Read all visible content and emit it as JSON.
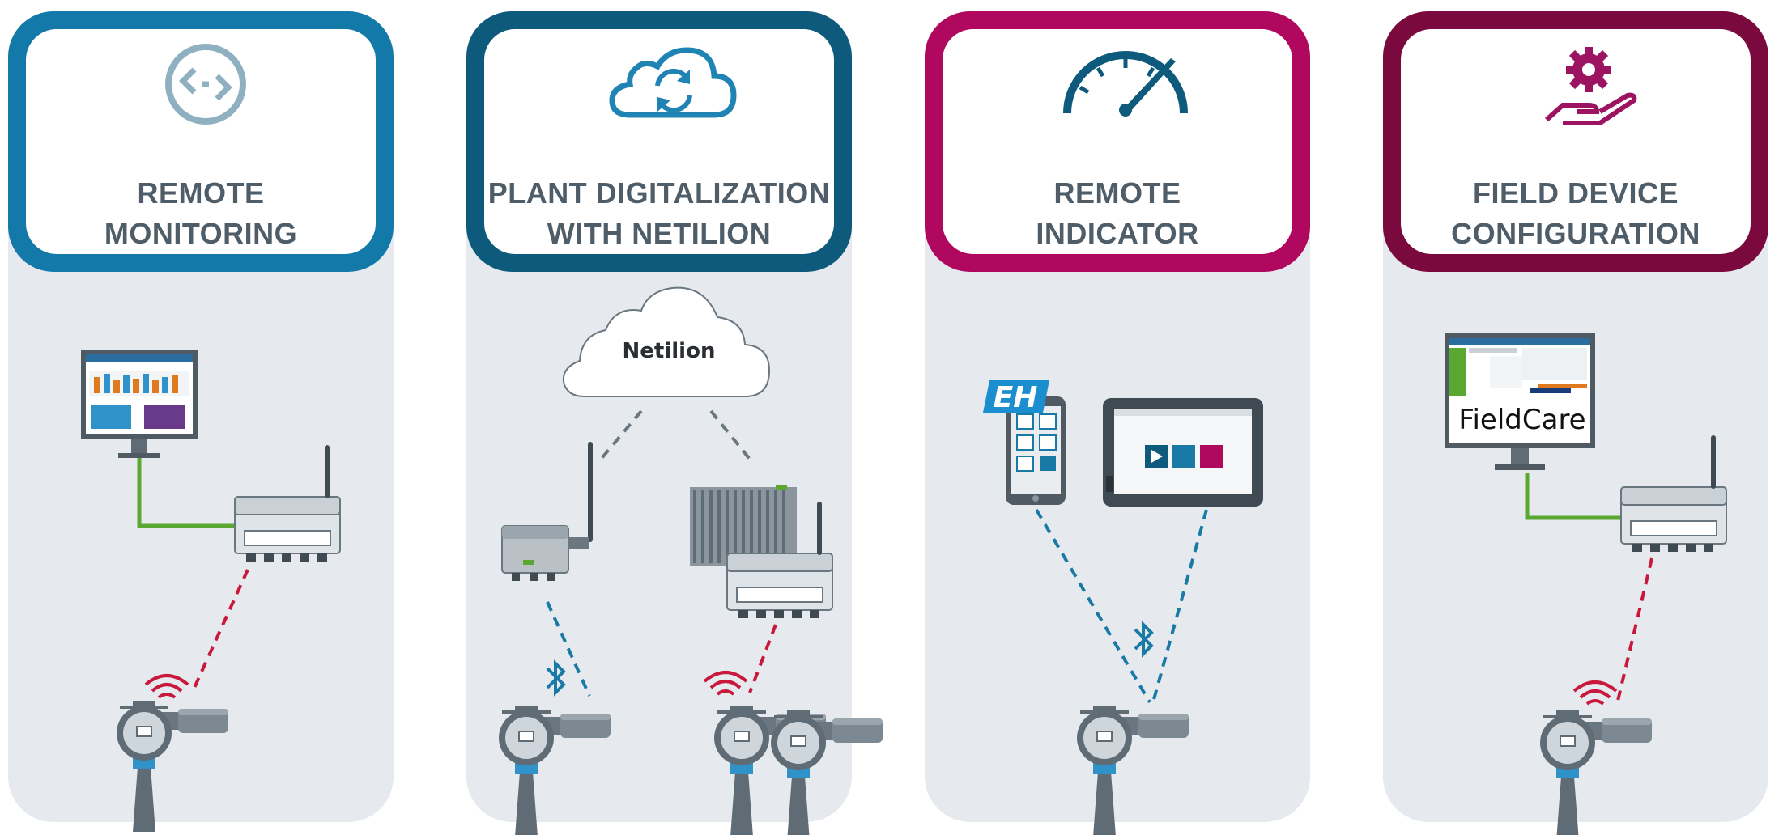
{
  "panels": [
    {
      "id": "remote-monitoring",
      "title_line1": "REMOTE",
      "title_line2": "MONITORING",
      "color": "#1279a8",
      "icon": "remote-connection-icon"
    },
    {
      "id": "plant-digitalization",
      "title_line1": "PLANT DIGITALIZATION",
      "title_line2": "WITH NETILION",
      "color": "#0e5a7c",
      "icon": "cloud-sync-icon"
    },
    {
      "id": "remote-indicator",
      "title_line1": "REMOTE",
      "title_line2": "INDICATOR",
      "color": "#b0085e",
      "icon": "speedometer-icon"
    },
    {
      "id": "field-device-configuration",
      "title_line1": "FIELD DEVICE",
      "title_line2": "CONFIGURATION",
      "color": "#7a0a3e",
      "icon": "gear-hand-icon"
    }
  ],
  "cloud_label": "Netilion",
  "fieldcare_label": "FieldCare",
  "eh_logo": "EH",
  "colors": {
    "background": "#e6eaee",
    "wired": "#5aa832",
    "wireless": "#c8193c",
    "bluetooth": "#1a7aa6"
  }
}
